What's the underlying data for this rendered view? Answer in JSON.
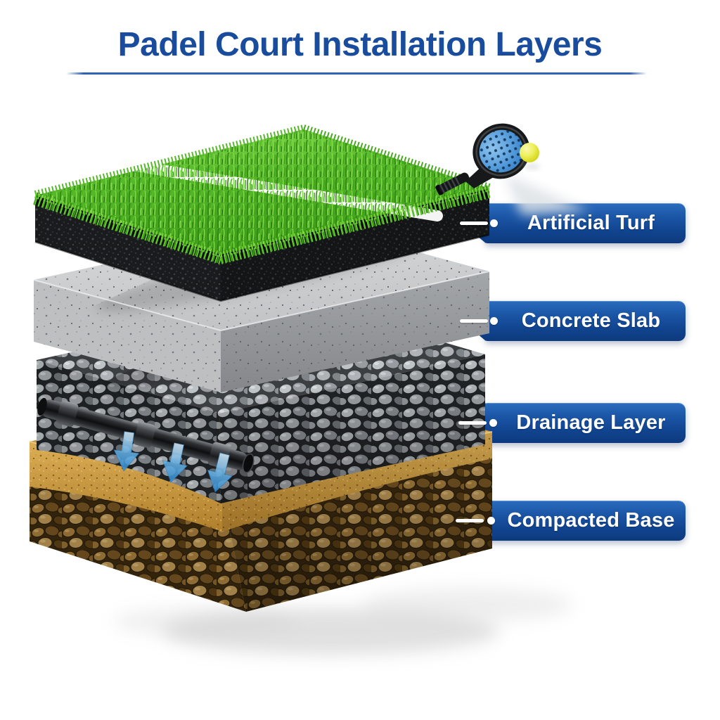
{
  "header": {
    "title": "Padel Court Installation Layers"
  },
  "layer_labels": [
    {
      "text": "Artificial Turf"
    },
    {
      "text": "Concrete Slab"
    },
    {
      "text": "Drainage Layer"
    },
    {
      "text": "Compacted Base"
    }
  ],
  "palette": {
    "title_text": "#1a4c9e",
    "title_underline": "#2f62b5",
    "label_gradient_top": "#2a6cbe",
    "label_gradient_bottom": "#0d3a7e",
    "label_text": "#ffffff",
    "connector": "#ffffff",
    "turf_green": "#55b629",
    "court_line_white": "#ffffff",
    "shockpad_rubber_black": "#191b1d",
    "concrete_gray": "#c6c8ca",
    "gravel_gray": "#8a8f94",
    "sand_gold": "#c89a3e",
    "base_brown": "#6d4e20",
    "drain_pipe_black": "#1a1c1e",
    "water_arrow_blue": "#66b1e4",
    "racket_face_blue": "#4f97d8",
    "ball_yellow": "#e8e436"
  },
  "illustration_objects": [
    "artificial-turf-block",
    "concrete-slab-block",
    "drainage-gravel-block",
    "compacted-base-block",
    "white-court-line",
    "perforated-drain-pipe",
    "water-flow-arrows",
    "padel-racket",
    "padel-ball"
  ]
}
